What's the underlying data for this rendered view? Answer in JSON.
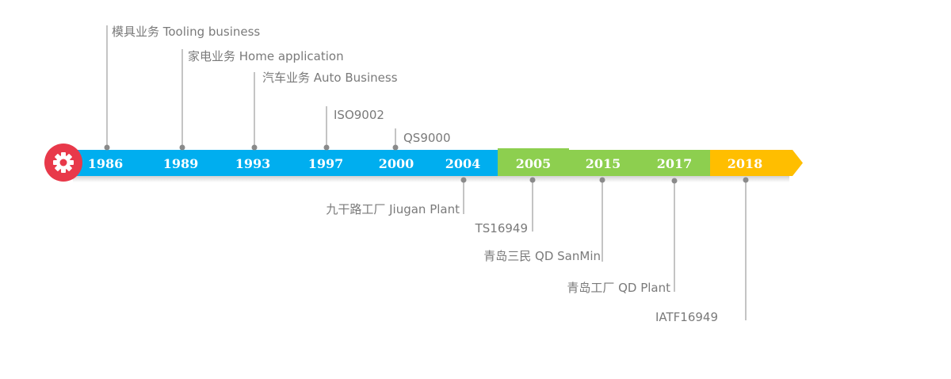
{
  "colors": {
    "segment_blue": "#00aeef",
    "segment_green": "#8dcf4f",
    "segment_yellow": "#ffbe00",
    "gear_red": "#e8394a",
    "connector_grey": "#8a8a8a",
    "text_grey": "#7a7a7a"
  },
  "icon": "gear-icon",
  "years": [
    "1986",
    "1989",
    "1993",
    "1997",
    "2000",
    "2004",
    "2005",
    "2015",
    "2017",
    "2018"
  ],
  "events_above": [
    {
      "year": "1986",
      "label": "模具业务 Tooling business"
    },
    {
      "year": "1989",
      "label": "家电业务 Home application"
    },
    {
      "year": "1993",
      "label": "汽车业务 Auto Business"
    },
    {
      "year": "1997",
      "label": "ISO9002"
    },
    {
      "year": "2000",
      "label": "QS9000"
    }
  ],
  "events_below": [
    {
      "year": "2004",
      "label": "九干路工厂 Jiugan Plant"
    },
    {
      "year": "2005",
      "label": "TS16949"
    },
    {
      "year": "2015",
      "label": "青岛三民 QD SanMin"
    },
    {
      "year": "2017",
      "label": "青岛工厂 QD Plant"
    },
    {
      "year": "2018",
      "label": "IATF16949"
    }
  ]
}
